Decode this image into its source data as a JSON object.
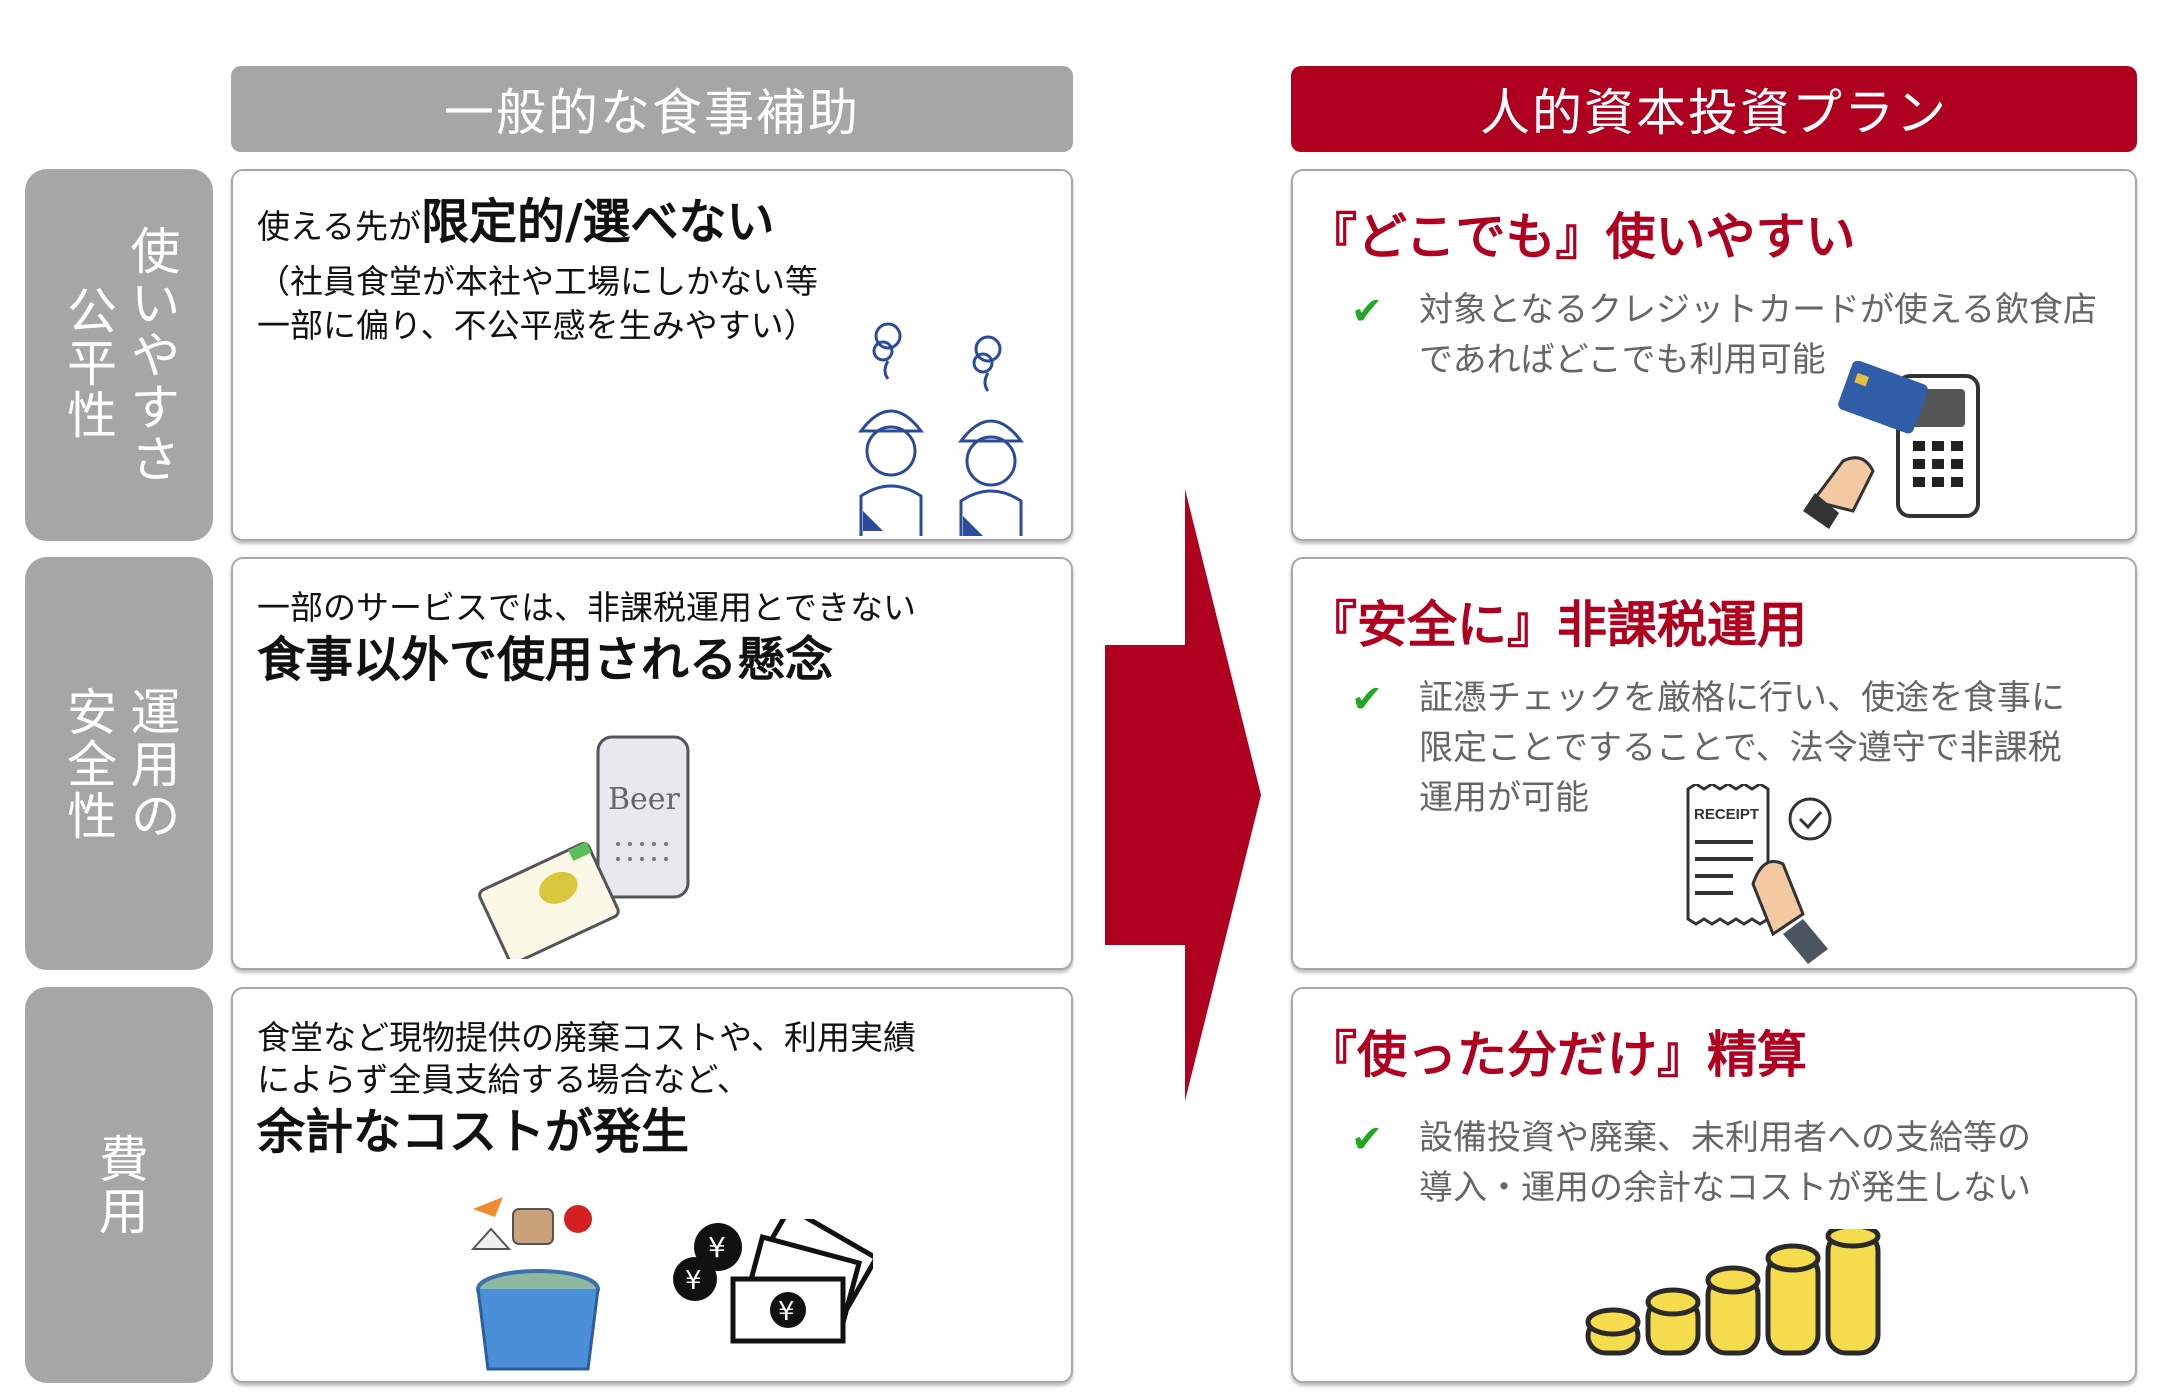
{
  "headers": {
    "left": "一般的な食事補助",
    "right": "人的資本投資プラン"
  },
  "rows": [
    {
      "label": [
        "使いやすさ",
        "公平性"
      ],
      "left": {
        "lead": "使える先が",
        "emphasis": "限定的/選べない",
        "note_line1": "（社員食堂が本社や工場にしかない等",
        "note_line2": "一部に偏り、不公平感を生みやすい）",
        "illustration": "confused-workers"
      },
      "right": {
        "title": "『どこでも』使いやすい",
        "body_line1": "対象となるクレジットカードが使える飲食店",
        "body_line2": "であればどこでも利用可能",
        "illustration": "credit-card-terminal"
      }
    },
    {
      "label": [
        "運用の",
        "安全性"
      ],
      "left": {
        "intro": "一部のサービスでは、非課税運用とできない",
        "emphasis": "食事以外で使用される懸念",
        "illustration": "beer-and-cigarettes"
      },
      "right": {
        "title": "『安全に』非課税運用",
        "body_line1": "証憑チェックを厳格に行い、使途を食事に",
        "body_line2": "限定ことですることで、法令遵守で非課税",
        "body_line3": "運用が可能",
        "illustration": "receipt-check",
        "receipt_text": "RECEIPT"
      }
    },
    {
      "label": [
        "費用"
      ],
      "left": {
        "intro_line1": "食堂など現物提供の廃棄コストや、利用実績",
        "intro_line2": "によらず全員支給する場合など、",
        "emphasis": "余計なコストが発生",
        "illustration": "food-waste-and-money"
      },
      "right": {
        "title": "『使った分だけ』精算",
        "body_line1": "設備投資や廃棄、未利用者への支給等の",
        "body_line2": "導入・運用の余計なコストが発生しない",
        "illustration": "coin-stacks"
      }
    }
  ],
  "colors": {
    "gray": "#A6A6A6",
    "red": "#AF0020",
    "check_green": "#22A822"
  },
  "icons": {
    "check": "✔",
    "yen": "¥"
  }
}
